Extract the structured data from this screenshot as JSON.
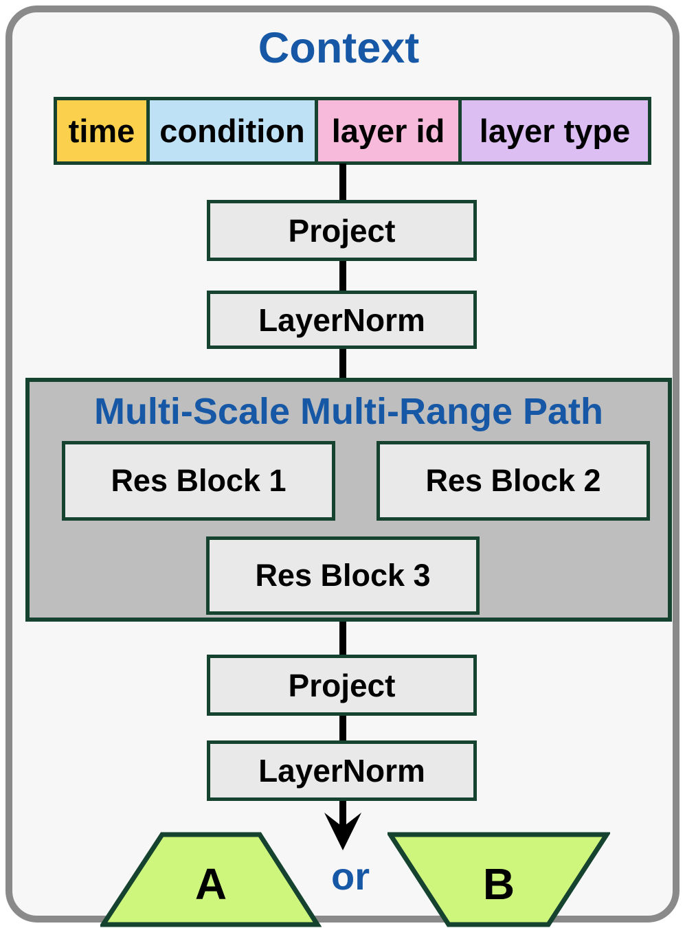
{
  "diagram": {
    "title": "Context",
    "context_row": [
      {
        "label": "time",
        "color": "#FBD04D"
      },
      {
        "label": "condition",
        "color": "#BFE1F6"
      },
      {
        "label": "layer id",
        "color": "#F8BADB"
      },
      {
        "label": "layer type",
        "color": "#DCBEF3"
      }
    ],
    "top_pipeline": [
      {
        "label": "Project"
      },
      {
        "label": "LayerNorm"
      }
    ],
    "msmr": {
      "title": "Multi-Scale Multi-Range Path",
      "blocks": [
        {
          "label": "Res Block 1"
        },
        {
          "label": "Res Block 2"
        },
        {
          "label": "Res Block 3"
        }
      ]
    },
    "bottom_pipeline": [
      {
        "label": "Project"
      },
      {
        "label": "LayerNorm"
      }
    ],
    "outputs": {
      "option_a": "A",
      "separator": "or",
      "option_b": "B",
      "shape_fill": "#CEF67D"
    },
    "colors": {
      "title_blue": "#1658A5",
      "border_green": "#15432F",
      "box_fill": "#E9E9E9",
      "container_fill": "#BEBEBE",
      "frame_border": "#8A8A8A",
      "frame_background": "#F7F7F7",
      "connector": "#000000"
    }
  }
}
